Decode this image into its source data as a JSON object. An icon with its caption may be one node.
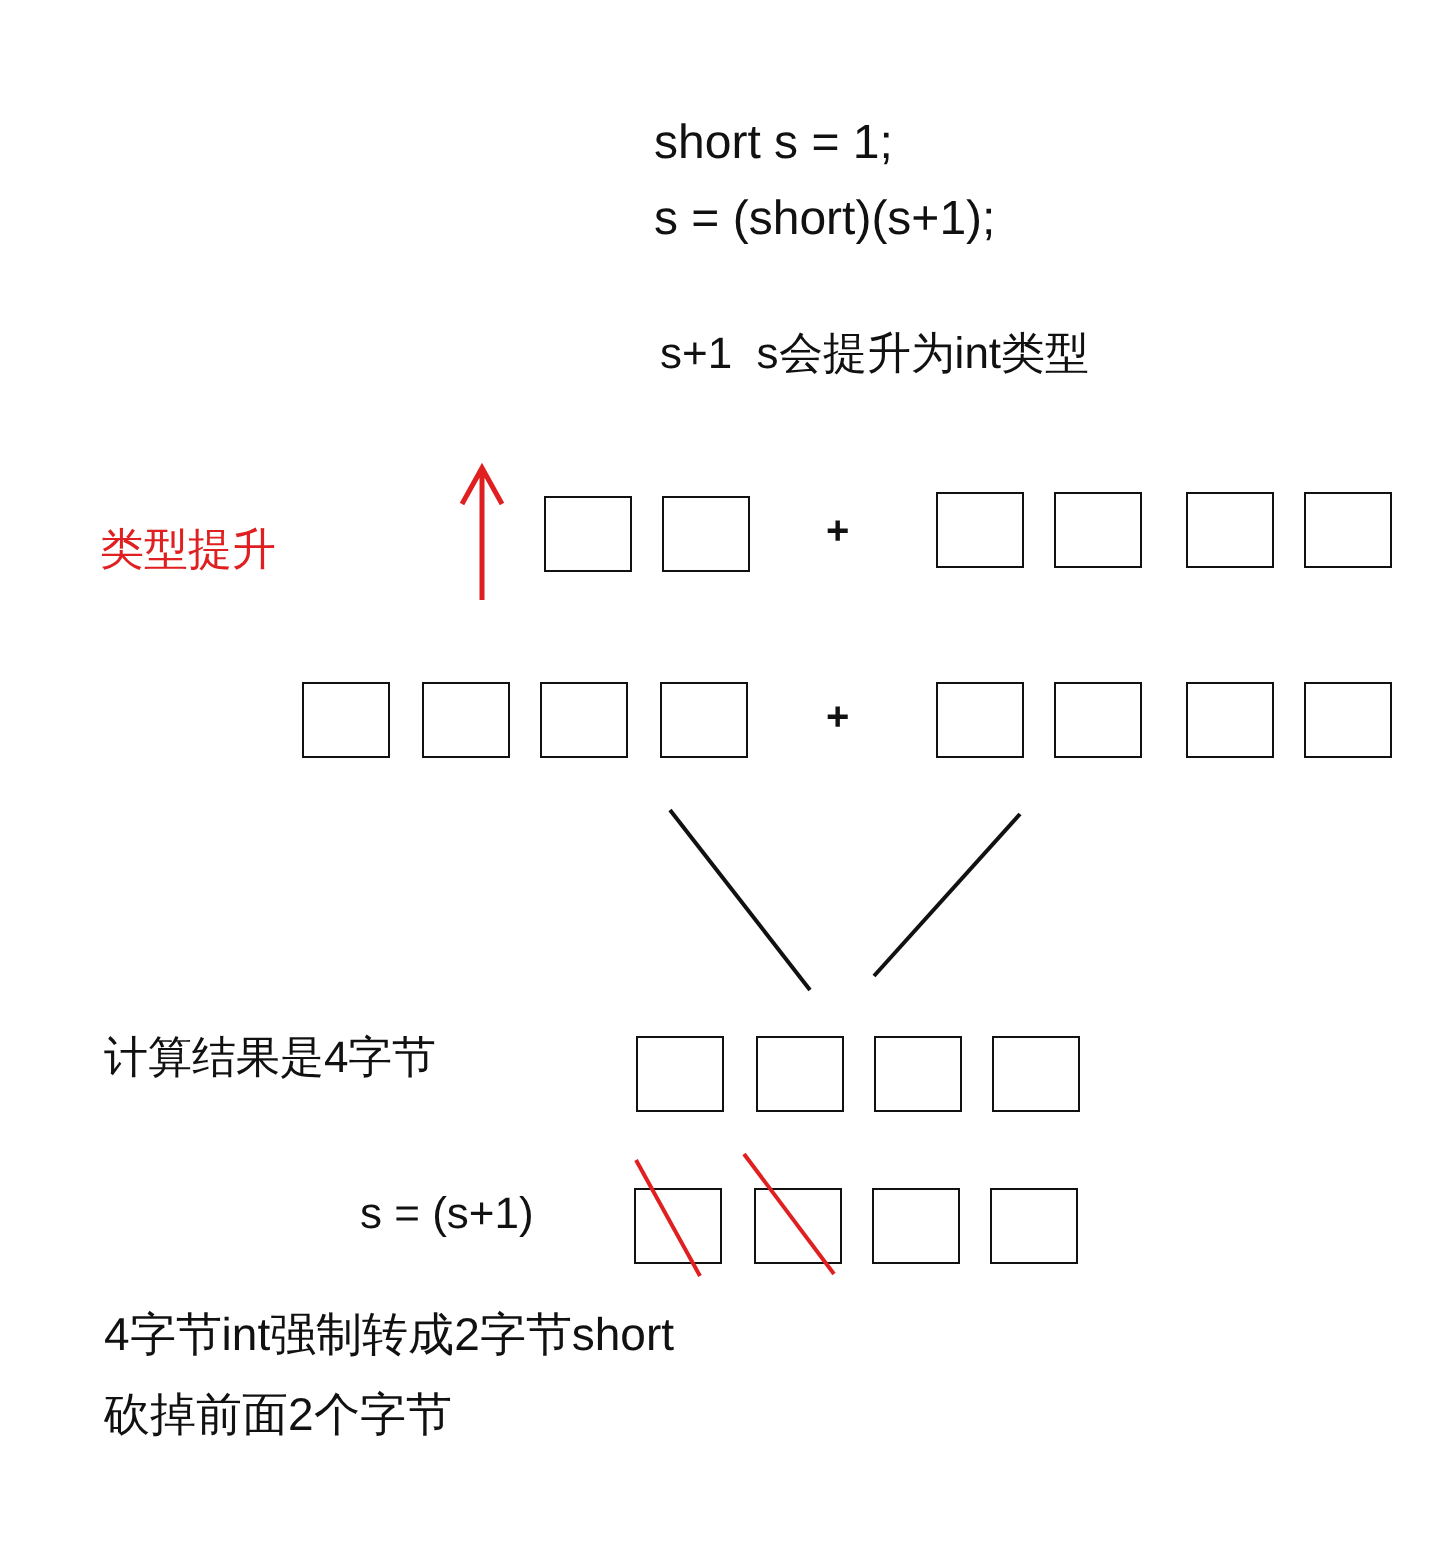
{
  "diagram": {
    "nodes": [
      {
        "text": [],
        "shape": "box"
      },
      {
        "text": [],
        "shape": "box"
      },
      {
        "text": [],
        "shape": "box"
      },
      {
        "text": [],
        "shape": "box"
      },
      {
        "text": [],
        "shape": "box"
      },
      {
        "text": [],
        "shape": "box"
      },
      {
        "text": [],
        "shape": "box"
      },
      {
        "text": [],
        "shape": "box"
      },
      {
        "text": [],
        "shape": "box"
      },
      {
        "text": [],
        "shape": "box"
      },
      {
        "text": [],
        "shape": "box"
      },
      {
        "text": [],
        "shape": "box"
      },
      {
        "text": [],
        "shape": "box"
      },
      {
        "text": [],
        "shape": "box"
      },
      {
        "text": [],
        "shape": "box"
      },
      {
        "text": [],
        "shape": "box"
      },
      {
        "text": [],
        "shape": "box"
      },
      {
        "text": [],
        "shape": "box"
      },
      {
        "text": [],
        "shape": "box"
      },
      {
        "text": [],
        "shape": "box"
      },
      {
        "text": [],
        "shape": "box"
      },
      {
        "text": [],
        "shape": "box"
      }
    ],
    "labels": [
      "short s = 1;",
      "s = (short)(s+1);",
      "s+1  s会提升为int类型",
      "类型提升",
      "+",
      "+",
      "计算结果是4字节",
      "s = (s+1)",
      "4字节int强制转成2字节short",
      "砍掉前面2个字节"
    ]
  }
}
